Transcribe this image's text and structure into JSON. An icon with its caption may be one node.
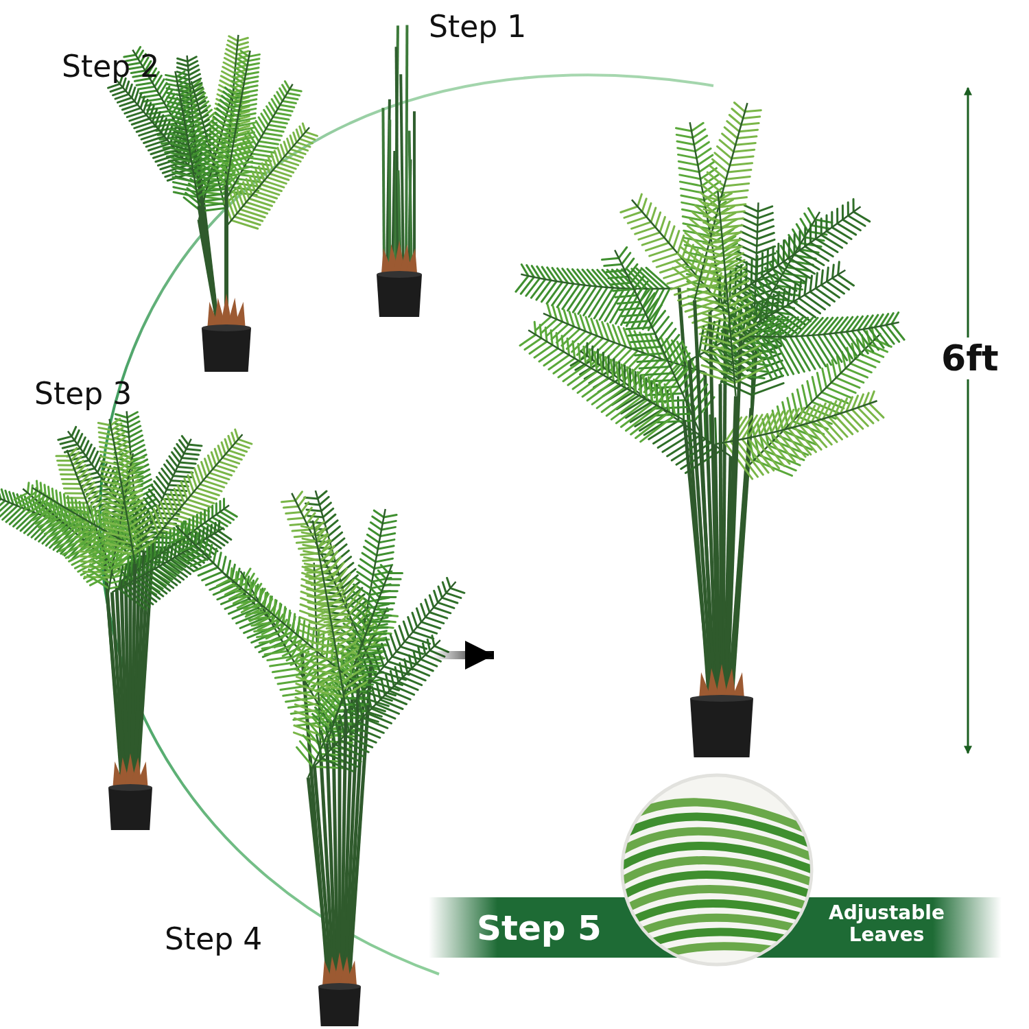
{
  "diagram": {
    "nodes": [
      {
        "text": [
          "Step 1"
        ]
      },
      {
        "text": [
          "Step 2"
        ]
      },
      {
        "text": [
          "Step 3"
        ]
      },
      {
        "text": [
          "Step 4"
        ]
      },
      {
        "text": [],
        "shape": "picture"
      },
      {
        "text": [
          "Step 5",
          "Adjustable Leaves"
        ]
      }
    ],
    "edges": [
      {
        "from": 3,
        "to": 4,
        "arrow": "to"
      }
    ],
    "labels": [
      "6ft"
    ]
  }
}
